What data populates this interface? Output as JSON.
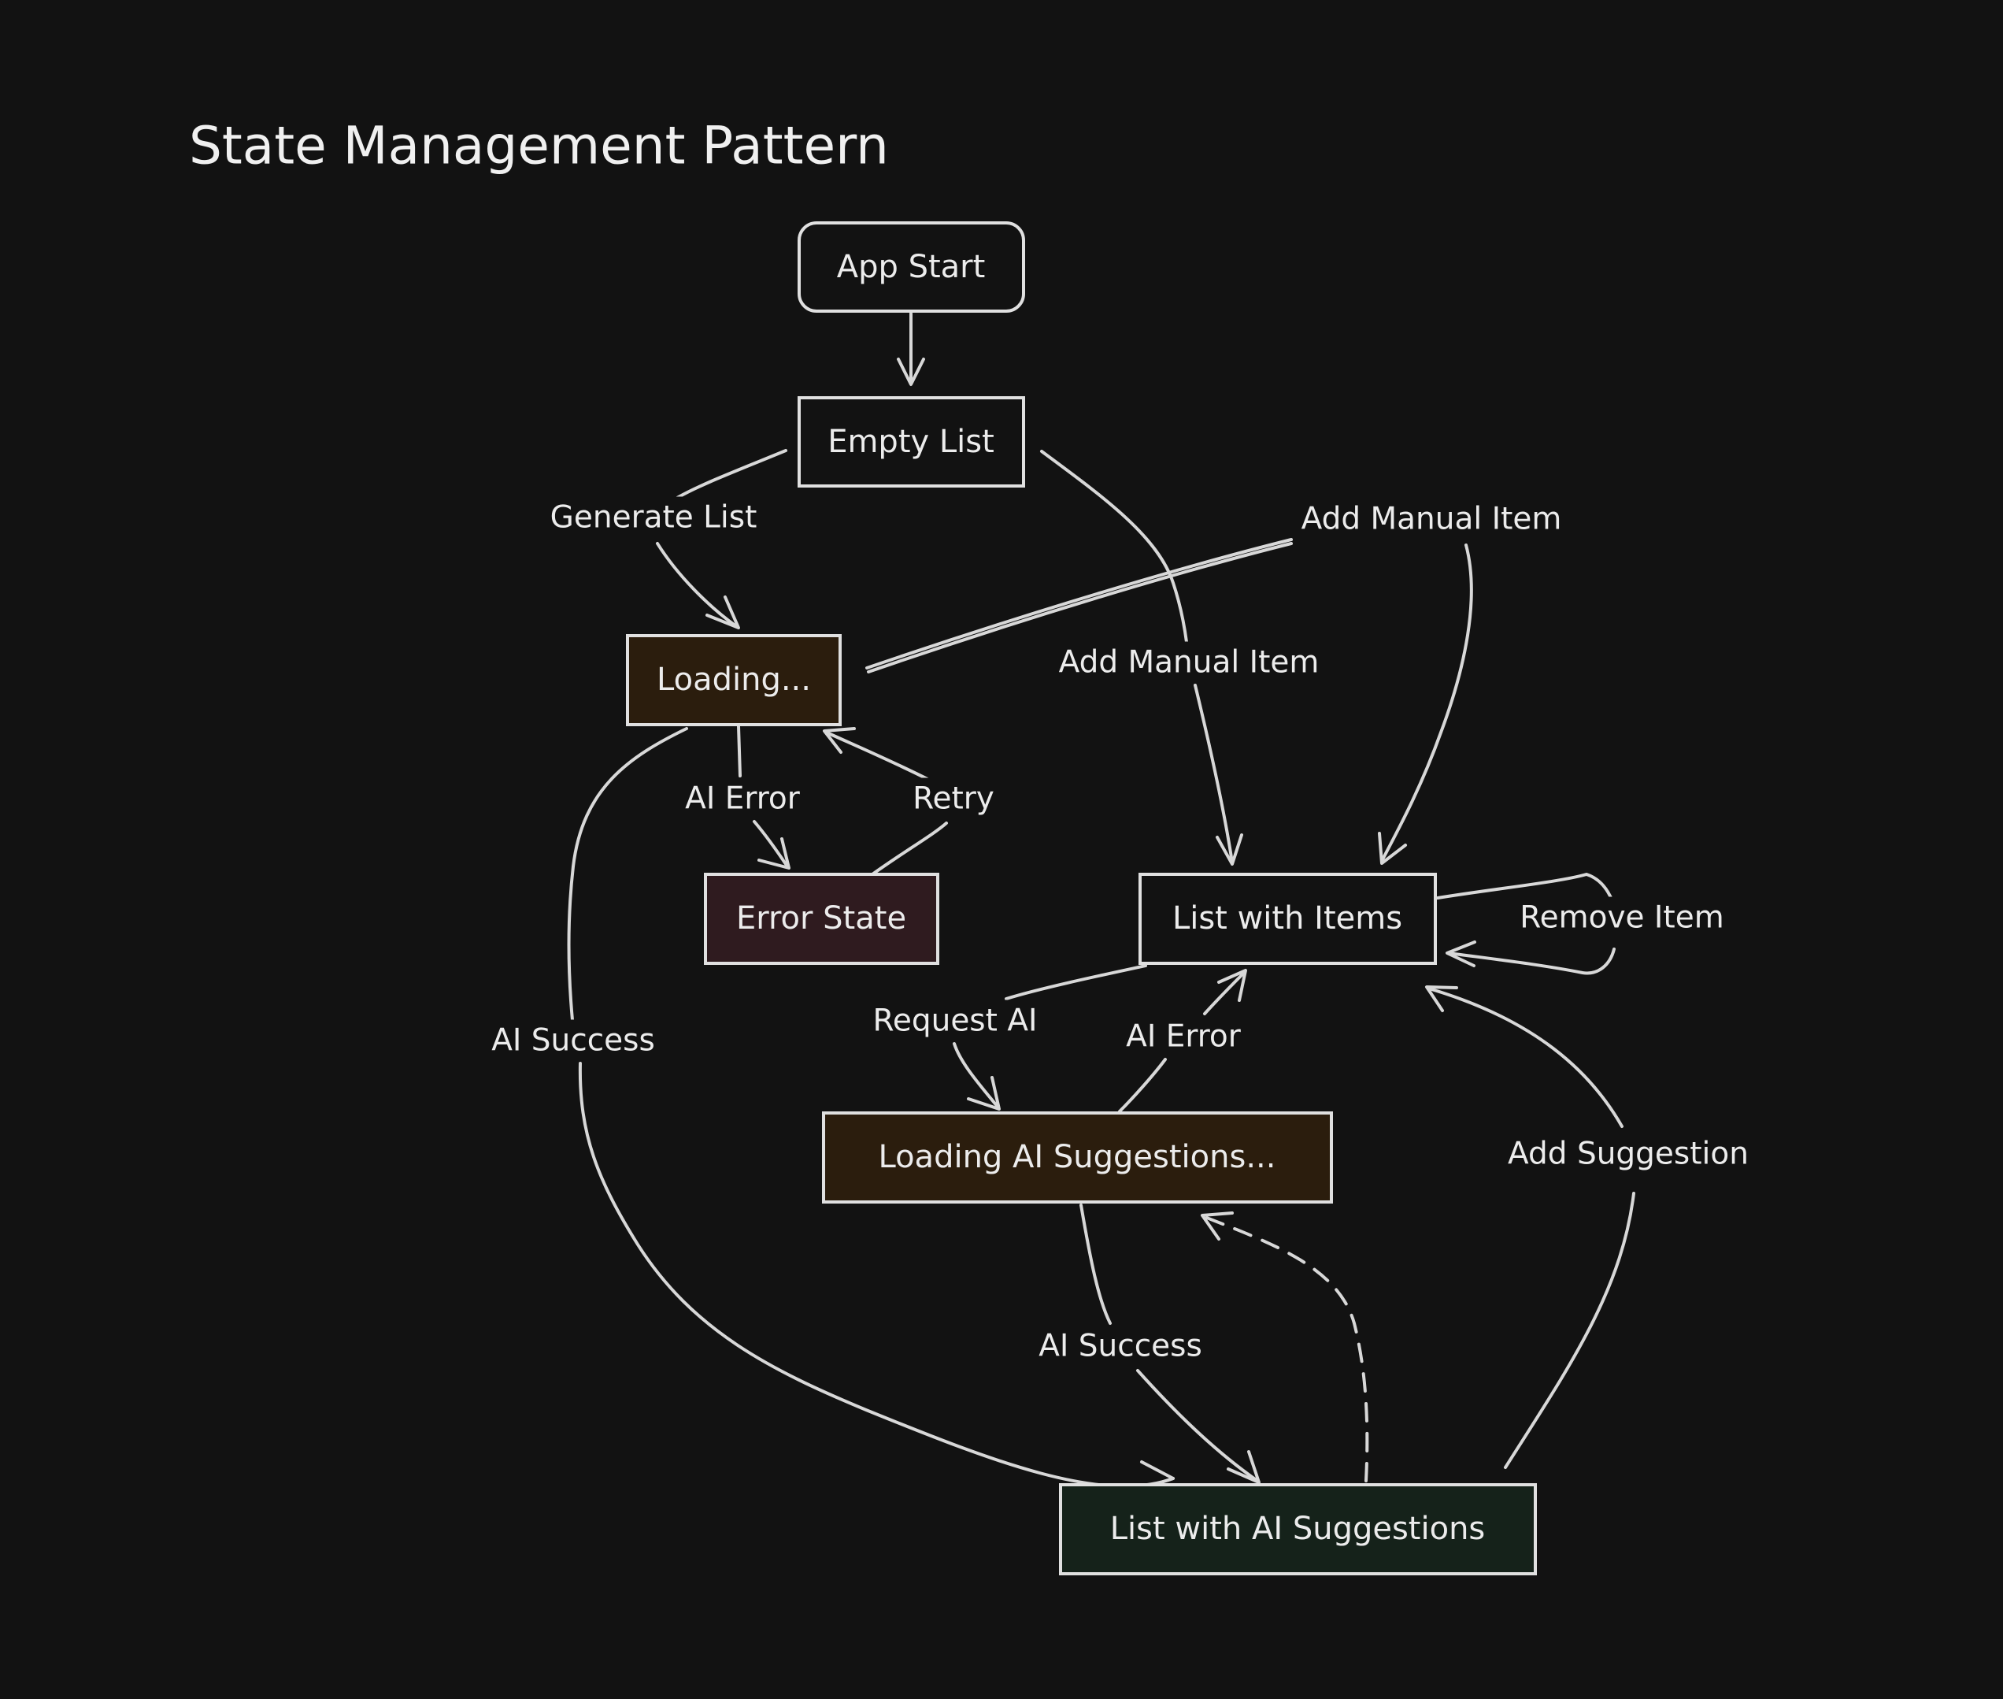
{
  "title": "State Management Pattern",
  "colors": {
    "background": "#121212",
    "stroke": "#e0e0e0",
    "text": "#ececec",
    "loading_fill": "#2b1d0d",
    "error_fill": "#2f1b1f",
    "success_fill": "#15221a",
    "default_fill": "#121212"
  },
  "nodes": {
    "app_start": {
      "label": "App Start",
      "fill": "#121212"
    },
    "empty_list": {
      "label": "Empty List",
      "fill": "#121212"
    },
    "loading": {
      "label": "Loading...",
      "fill": "#2b1d0d"
    },
    "error_state": {
      "label": "Error State",
      "fill": "#2f1b1f"
    },
    "list_with_items": {
      "label": "List with Items",
      "fill": "#121212"
    },
    "loading_ai": {
      "label": "Loading AI Suggestions...",
      "fill": "#2b1d0d"
    },
    "list_ai": {
      "label": "List with AI Suggestions",
      "fill": "#15221a"
    }
  },
  "edges": {
    "start_to_empty": {
      "from": "App Start",
      "to": "Empty List",
      "label": ""
    },
    "generate_list": {
      "from": "Empty List",
      "to": "Loading...",
      "label": "Generate List"
    },
    "empty_add_manual": {
      "from": "Empty List",
      "to": "List with Items",
      "label": "Add Manual Item"
    },
    "loading_add_manual": {
      "from": "Loading...",
      "to": "List with Items",
      "label": "Add Manual Item"
    },
    "loading_ai_error": {
      "from": "Loading...",
      "to": "Error State",
      "label": "AI Error"
    },
    "retry": {
      "from": "Error State",
      "to": "Loading...",
      "label": "Retry"
    },
    "loading_ai_success": {
      "from": "Loading...",
      "to": "List with AI Suggestions",
      "label": "AI Success"
    },
    "remove_item": {
      "from": "List with Items",
      "to": "List with Items",
      "label": "Remove Item"
    },
    "request_ai": {
      "from": "List with Items",
      "to": "Loading AI Suggestions...",
      "label": "Request AI"
    },
    "loadingai_error": {
      "from": "Loading AI Suggestions...",
      "to": "List with Items",
      "label": "AI Error"
    },
    "loadingai_success": {
      "from": "Loading AI Suggestions...",
      "to": "List with AI Suggestions",
      "label": "AI Success"
    },
    "add_suggestion": {
      "from": "List with AI Suggestions",
      "to": "List with Items",
      "label": "Add Suggestion"
    },
    "dashed_back": {
      "from": "List with AI Suggestions",
      "to": "Loading AI Suggestions...",
      "label": ""
    }
  }
}
